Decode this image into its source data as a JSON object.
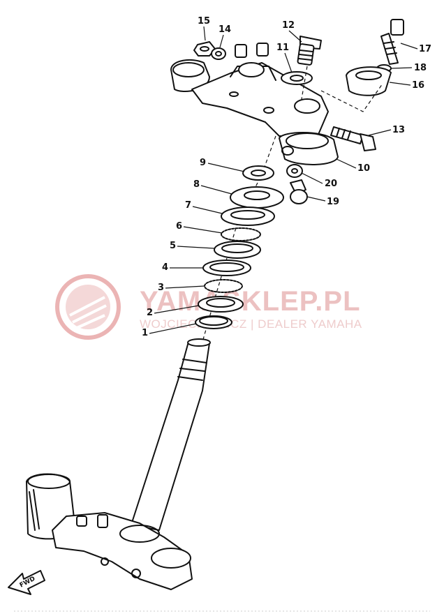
{
  "watermark": {
    "title": "YAMASKLEP.PL",
    "subtitle": "WOJCIECHOWICZ | DEALER YAMAHA",
    "color": "#e8a8a8"
  },
  "fwd_label": "FWD",
  "parts": [
    {
      "num": "1"
    },
    {
      "num": "2"
    },
    {
      "num": "3"
    },
    {
      "num": "4"
    },
    {
      "num": "5"
    },
    {
      "num": "6"
    },
    {
      "num": "7"
    },
    {
      "num": "8"
    },
    {
      "num": "9"
    },
    {
      "num": "10"
    },
    {
      "num": "11"
    },
    {
      "num": "12"
    },
    {
      "num": "13"
    },
    {
      "num": "14"
    },
    {
      "num": "15"
    },
    {
      "num": "16"
    },
    {
      "num": "17"
    },
    {
      "num": "18"
    },
    {
      "num": "19"
    },
    {
      "num": "20"
    }
  ]
}
